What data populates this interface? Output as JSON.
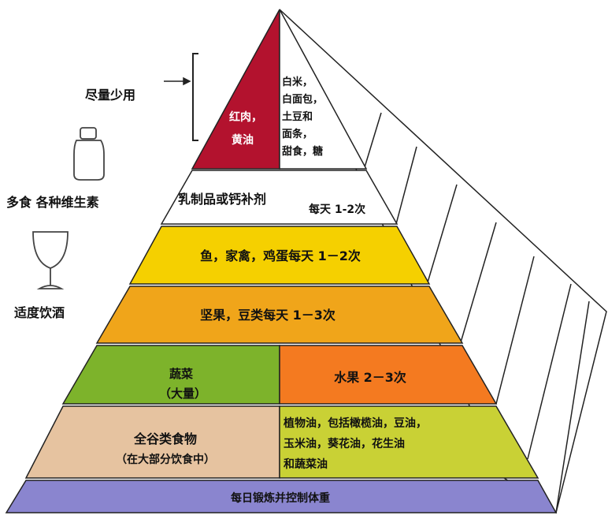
{
  "side": {
    "limit_label": "尽量少用",
    "vitamin_label": "多食 各种维生素",
    "drink_label": "适度饮酒"
  },
  "tiers": {
    "top_left": {
      "lines": [
        "红肉，",
        "黄油"
      ],
      "color": "#b3122e"
    },
    "top_right": {
      "lines": [
        "白米，",
        "白面包，",
        "土豆和",
        "面条，",
        "甜食，糖"
      ],
      "color": "#ffffff"
    },
    "dairy": {
      "label": "乳制品或钙补剂",
      "freq": "每天 1-2次",
      "color": "#ffffff"
    },
    "protein": {
      "label": "鱼，家禽，鸡蛋每天 1－2次",
      "color": "#f5d000"
    },
    "nuts": {
      "label": "坚果，豆类每天 1－3次",
      "color": "#f0a51a"
    },
    "veg": {
      "lines": [
        "蔬菜",
        "（大量）"
      ],
      "color": "#7db32b"
    },
    "fruit": {
      "label": "水果 2－3次",
      "color": "#f47a20"
    },
    "grains": {
      "lines": [
        "全谷类食物",
        "（在大部分饮食中）"
      ],
      "color": "#e6c3a0"
    },
    "oils": {
      "lines": [
        "植物油，包括橄榄油，豆油，",
        "玉米油，葵花油，花生油",
        "和蔬菜油"
      ],
      "color": "#c9d135"
    },
    "base": {
      "label": "每日锻炼并控制体重",
      "color": "#8a85cf"
    }
  }
}
